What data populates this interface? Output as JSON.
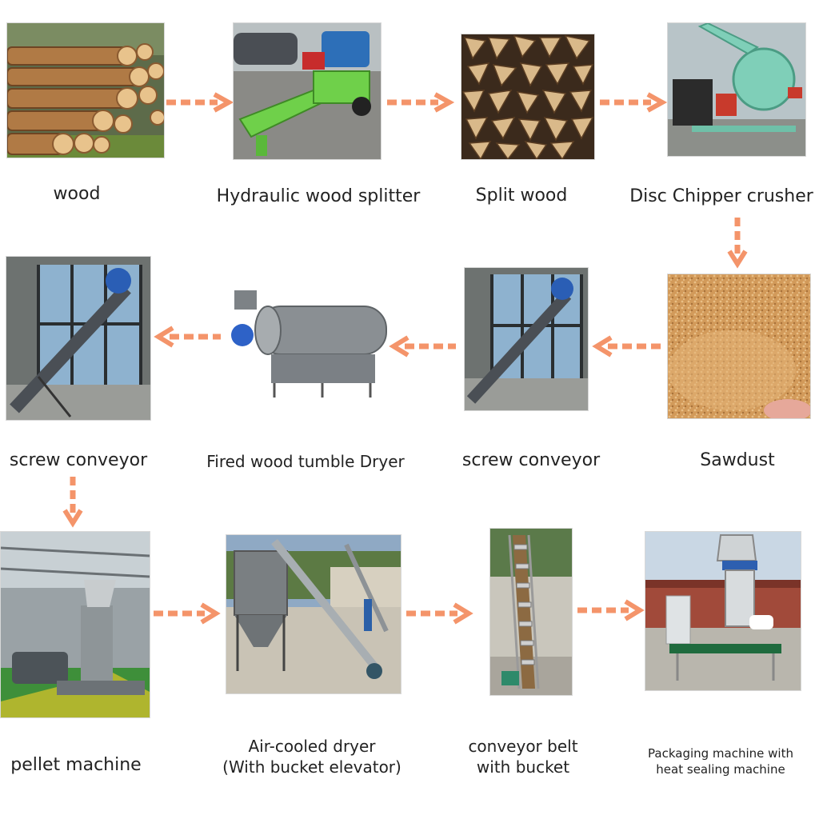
{
  "accent_color": "#f4946a",
  "steps": [
    {
      "id": "wood",
      "label": "wood",
      "icon": "log-pile-photo"
    },
    {
      "id": "splitter",
      "label": "Hydraulic wood splitter",
      "icon": "wood-splitter-photo"
    },
    {
      "id": "split",
      "label": "Split wood",
      "icon": "split-wood-photo"
    },
    {
      "id": "chipper",
      "label": "Disc Chipper crusher",
      "icon": "chipper-photo"
    },
    {
      "id": "sawdust",
      "label": "Sawdust",
      "icon": "sawdust-photo"
    },
    {
      "id": "screw1",
      "label": "screw conveyor",
      "icon": "screw-conveyor-photo"
    },
    {
      "id": "dryer",
      "label": "Fired wood tumble Dryer",
      "icon": "tumble-dryer-photo"
    },
    {
      "id": "screw2",
      "label": "screw conveyor",
      "icon": "screw-conveyor-photo"
    },
    {
      "id": "pellet",
      "label": "pellet machine",
      "icon": "pellet-machine-photo"
    },
    {
      "id": "aircooled",
      "label_line1": "Air-cooled dryer",
      "label_line2": "(With bucket elevator)",
      "icon": "air-cooled-dryer-photo"
    },
    {
      "id": "bucket",
      "label_line1": "conveyor belt",
      "label_line2": "with bucket",
      "icon": "bucket-conveyor-photo"
    },
    {
      "id": "packaging",
      "label_line1": "Packaging machine with",
      "label_line2": "heat sealing machine",
      "icon": "packaging-machine-photo"
    }
  ]
}
